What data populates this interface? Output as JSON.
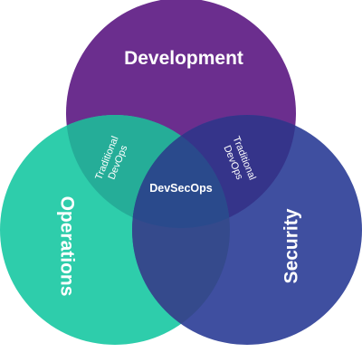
{
  "diagram": {
    "type": "venn",
    "sets": [
      {
        "id": "development",
        "label": "Development",
        "color": "#6b2e8e"
      },
      {
        "id": "operations",
        "label": "Operations",
        "color": "#2ecdab"
      },
      {
        "id": "security",
        "label": "Security",
        "color": "#3f4fa0"
      }
    ],
    "intersections": {
      "development_operations": {
        "line1": "Traditional",
        "line2": "DevOps",
        "color": "#25ad98"
      },
      "development_security": {
        "line1": "Traditional",
        "line2": "DevOps",
        "color": "#35348a"
      },
      "operations_security": {
        "color": "#354a8c"
      },
      "all": {
        "label": "DevSecOps",
        "color": "#2a4a8c"
      }
    }
  }
}
